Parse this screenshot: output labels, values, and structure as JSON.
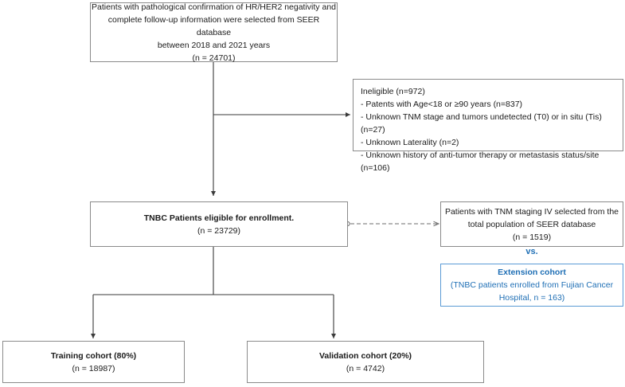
{
  "diagram": {
    "title": "Study population flow diagram",
    "type": "flowchart",
    "colors": {
      "box_border": "#8a8a8a",
      "text": "#1b1b1b",
      "accent_blue": "#1f6fb5",
      "accent_blue_border": "#5b9bd5",
      "edge": "#3a3a3a"
    },
    "nodes": {
      "source_cohort": {
        "line1": "Patients with pathological confirmation of HR/HER2 negativity and",
        "line2": "complete follow-up information were selected from SEER database",
        "line3": "between 2018 and 2021 years",
        "count": "(n = 24701)"
      },
      "ineligible": {
        "heading": "Ineligible (n=972)",
        "items": [
          "- Patents with Age<18 or ≥90 years (n=837)",
          "- Unknown TNM stage and tumors undetected (T0) or in situ (Tis) (n=27)",
          "- Unknown Laterality (n=2)",
          "- Unknown history of anti-tumor therapy or metastasis status/site (n=106)"
        ]
      },
      "eligible": {
        "title": "TNBC Patients eligible for enrollment.",
        "count": "(n = 23729)"
      },
      "stage_iv": {
        "line1": "Patients with TNM staging IV selected from the",
        "line2": "total population of SEER database",
        "count": "(n = 1519)"
      },
      "vs_label": "vs.",
      "extension_cohort": {
        "title": "Extension cohort",
        "line1": "(TNBC patients enrolled from Fujian Cancer",
        "line2": "Hospital, n = 163)"
      },
      "training_cohort": {
        "title": "Training cohort (80%)",
        "count": "(n = 18987)"
      },
      "validation_cohort": {
        "title": "Validation cohort (20%)",
        "count": "(n = 4742)"
      }
    }
  }
}
